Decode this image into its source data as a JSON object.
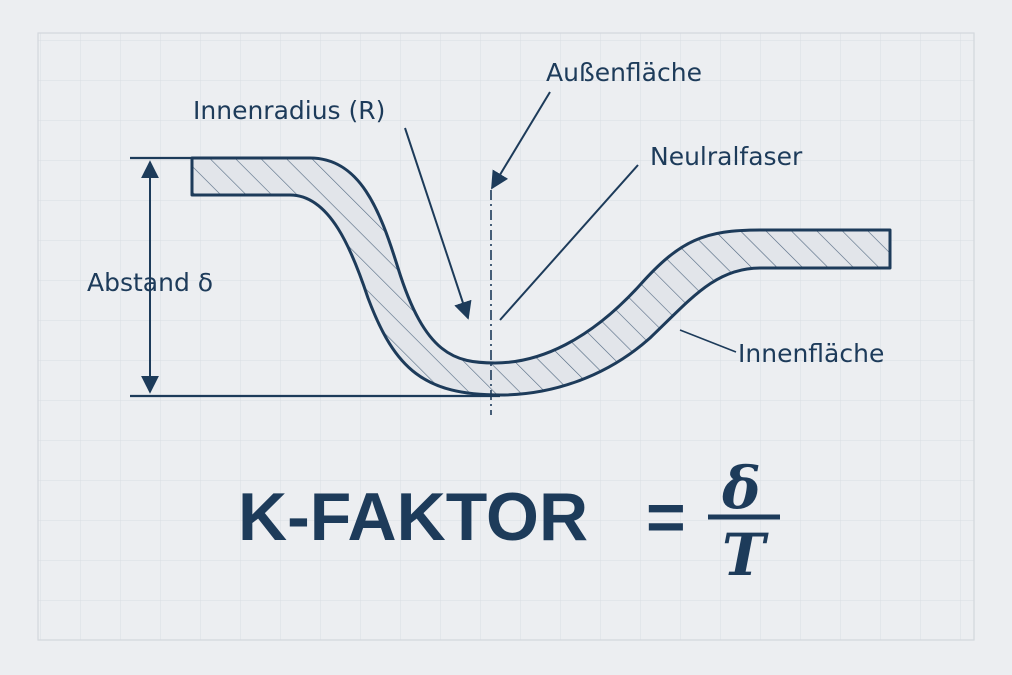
{
  "labels": {
    "outer_surface": "Außenfläche",
    "inner_radius": "Innenradius (R)",
    "neutral_fiber": "Neulralfaser",
    "distance": "Abstand δ",
    "inner_surface": "Innenfläche"
  },
  "formula": {
    "lhs": "K-FAKTOR",
    "equals": "=",
    "numerator": "δ",
    "denominator": "T"
  },
  "colors": {
    "ink": "#1d3b5a",
    "background": "#eceef1",
    "grid": "#d9dde3",
    "hatch_fill": "#e2e5ea"
  }
}
